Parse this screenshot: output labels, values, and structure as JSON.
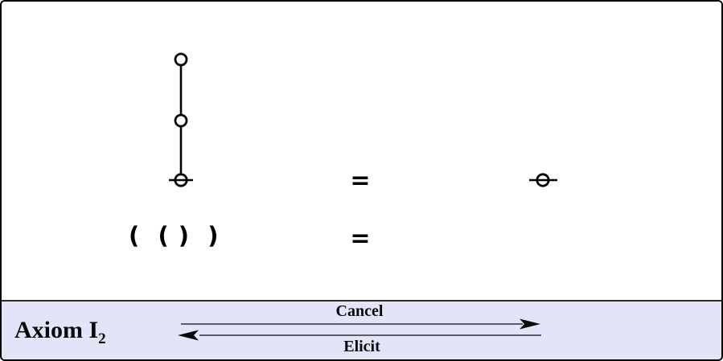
{
  "figure": {
    "row1": {
      "equals": "="
    },
    "row2": {
      "parens": "(  ( )  )",
      "equals": "="
    },
    "footer": {
      "axiom_base": "Axiom I",
      "axiom_subscript": "2",
      "cancel_label": "Cancel",
      "elicit_label": "Elicit"
    },
    "icons": {
      "lhs_tree": "chain-of-three-nodes-with-ground-bar-icon",
      "rhs_symbol": "single-node-with-ground-bar-icon"
    },
    "colors": {
      "background": "#ffffff",
      "footer_background": "#e4e4f8",
      "border": "#000000",
      "ink": "#000000",
      "arrow_line": "#4a4a55"
    }
  }
}
